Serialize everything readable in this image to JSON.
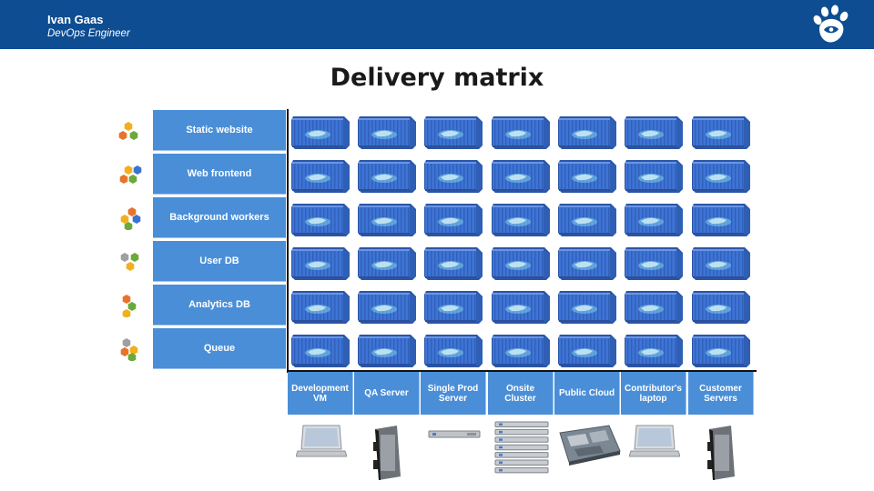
{
  "header": {
    "presenter_name": "Ivan Gaas",
    "presenter_role": "DevOps Engineer",
    "brand_color": "#0e4d92"
  },
  "title": "Delivery matrix",
  "matrix": {
    "rows": [
      {
        "label": "Static website",
        "icon": "hexagon-cluster-icon"
      },
      {
        "label": "Web frontend",
        "icon": "hexagon-cluster-icon"
      },
      {
        "label": "Background workers",
        "icon": "hexagon-cluster-icon"
      },
      {
        "label": "User DB",
        "icon": "hexagon-cluster-icon"
      },
      {
        "label": "Analytics DB",
        "icon": "hexagon-cluster-icon"
      },
      {
        "label": "Queue",
        "icon": "hexagon-cluster-icon"
      }
    ],
    "columns": [
      {
        "label": "Development VM",
        "hardware": "laptop-icon"
      },
      {
        "label": "QA Server",
        "hardware": "blade-server-icon"
      },
      {
        "label": "Single Prod Server",
        "hardware": "rack-server-icon"
      },
      {
        "label": "Onsite Cluster",
        "hardware": "server-stack-icon"
      },
      {
        "label": "Public Cloud",
        "hardware": "motherboard-icon"
      },
      {
        "label": "Contributor's laptop",
        "hardware": "laptop-icon"
      },
      {
        "label": "Customer Servers",
        "hardware": "blade-server-icon"
      }
    ],
    "cell_icon": "shipping-container-icon",
    "header_color": "#4a8ed8",
    "container_color": "#3f74d6"
  }
}
